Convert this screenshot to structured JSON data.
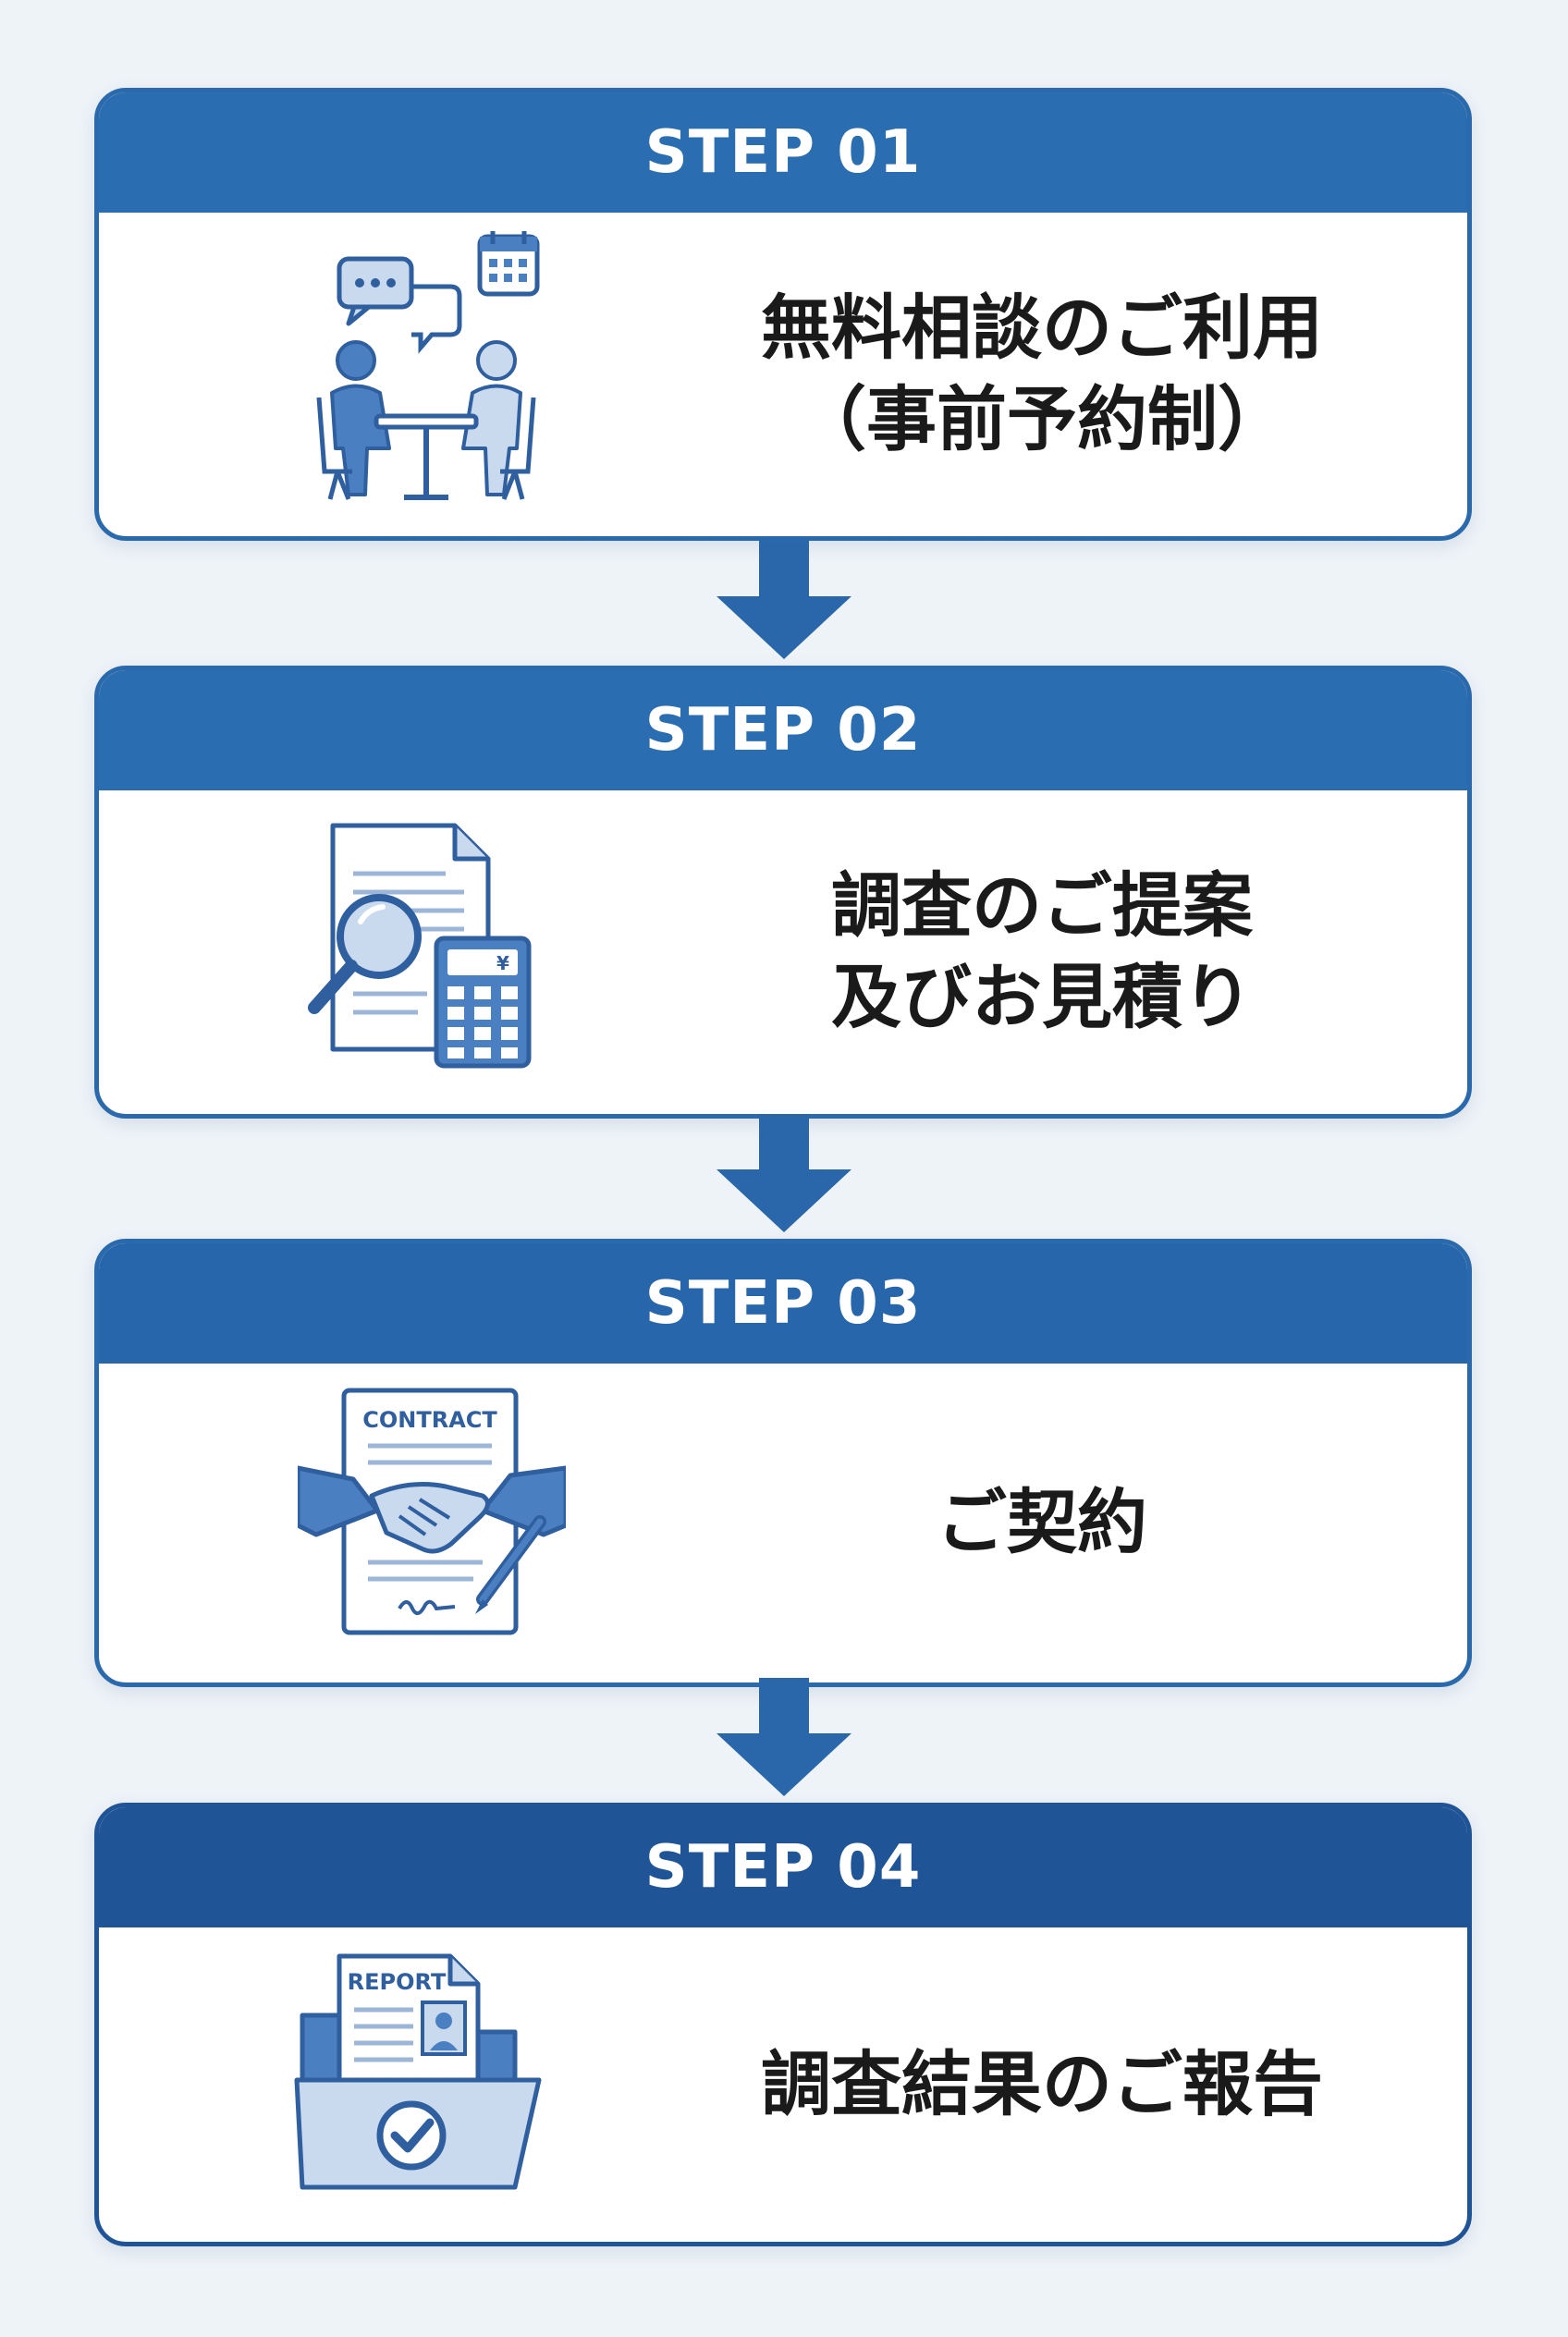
{
  "colors": {
    "header_blue": "#2a6cb0",
    "header_blue_dark": "#1f5496",
    "border_blue": "#2a69ab",
    "icon_blue": "#4a7fc1",
    "icon_light": "#c9d9ee",
    "arrow_blue": "#2a66aa",
    "background": "#eef3f8"
  },
  "steps": [
    {
      "header": "STEP 01",
      "lines": [
        "無料相談のご利用",
        "（事前予約制）"
      ],
      "icon": "consultation-meeting-icon"
    },
    {
      "header": "STEP 02",
      "lines": [
        "調査のご提案",
        "及びお見積り"
      ],
      "icon": "document-search-calculator-icon",
      "icon_text": "¥"
    },
    {
      "header": "STEP 03",
      "lines": [
        "ご契約"
      ],
      "icon": "contract-handshake-icon",
      "icon_text": "CONTRACT"
    },
    {
      "header": "STEP 04",
      "lines": [
        "調査結果のご報告"
      ],
      "icon": "report-folder-check-icon",
      "icon_text": "REPORT"
    }
  ]
}
